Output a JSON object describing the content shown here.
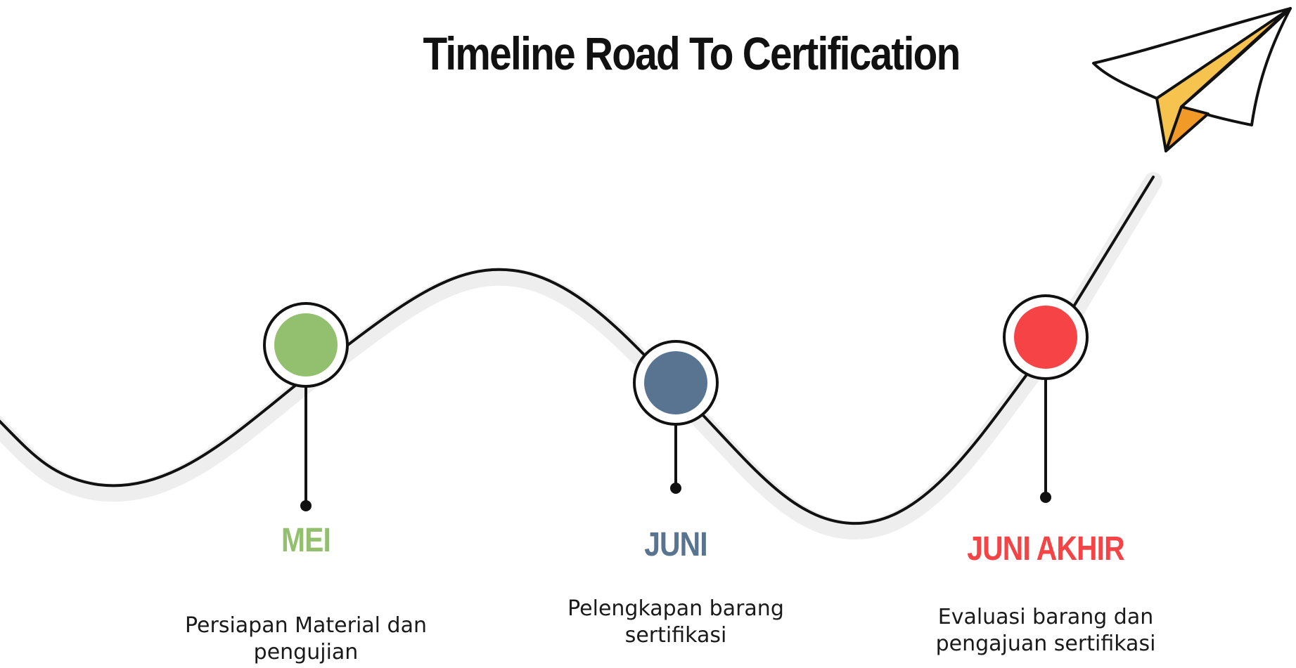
{
  "title": "Timeline Road To Certification",
  "milestones": [
    {
      "label": "MEI",
      "description": "Persiapan Material dan pengujian",
      "color": "#93c06e"
    },
    {
      "label": "JUNI",
      "description": "Pelengkapan barang sertifikasi",
      "color": "#587491"
    },
    {
      "label": "JUNI AKHIR",
      "description": "Evaluasi barang dan pengajuan sertifikasi",
      "color": "#f54346"
    }
  ],
  "colors": {
    "path": "#111111",
    "path_shadow": "#eeeeee",
    "plane_light": "#f7c34f",
    "plane_dark": "#f29a27"
  },
  "icons": [
    "paper-plane-icon"
  ]
}
